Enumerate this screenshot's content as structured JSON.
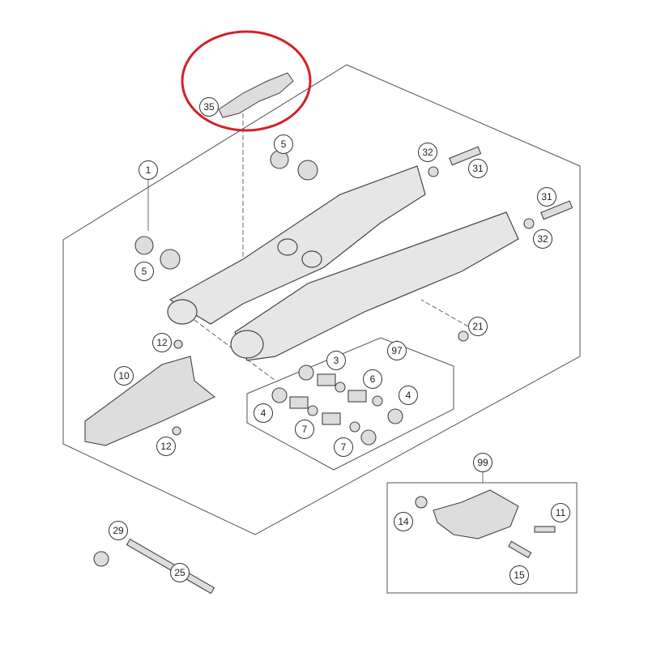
{
  "diagram": {
    "highlight_color": "#d42027",
    "callouts": [
      {
        "id": "c35",
        "label": "35"
      },
      {
        "id": "c5a",
        "label": "5"
      },
      {
        "id": "c32a",
        "label": "32"
      },
      {
        "id": "c31a",
        "label": "31"
      },
      {
        "id": "c1",
        "label": "1"
      },
      {
        "id": "c31b",
        "label": "31"
      },
      {
        "id": "c32b",
        "label": "32"
      },
      {
        "id": "c5b",
        "label": "5"
      },
      {
        "id": "c21",
        "label": "21"
      },
      {
        "id": "c12a",
        "label": "12"
      },
      {
        "id": "c97",
        "label": "97"
      },
      {
        "id": "c3",
        "label": "3"
      },
      {
        "id": "c6",
        "label": "6"
      },
      {
        "id": "c10",
        "label": "10"
      },
      {
        "id": "c4a",
        "label": "4"
      },
      {
        "id": "c4b",
        "label": "4"
      },
      {
        "id": "c7a",
        "label": "7"
      },
      {
        "id": "c7b",
        "label": "7"
      },
      {
        "id": "c12b",
        "label": "12"
      },
      {
        "id": "c99",
        "label": "99"
      },
      {
        "id": "c14",
        "label": "14"
      },
      {
        "id": "c11",
        "label": "11"
      },
      {
        "id": "c15",
        "label": "15"
      },
      {
        "id": "c29",
        "label": "29"
      },
      {
        "id": "c25",
        "label": "25"
      }
    ]
  }
}
